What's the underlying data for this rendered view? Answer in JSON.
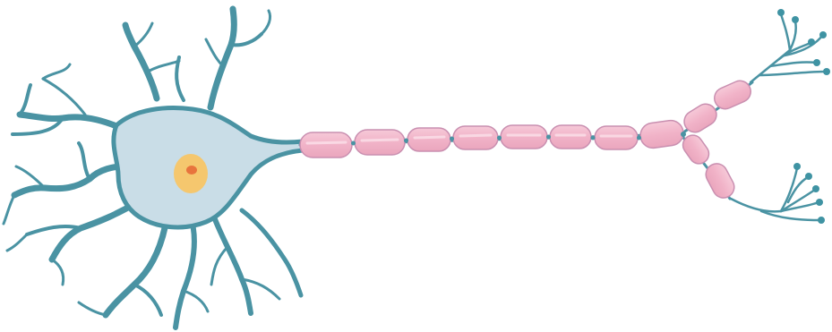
{
  "diagram": {
    "subject": "neuron",
    "parts": [
      "dendrites",
      "soma",
      "nucleus",
      "nucleolus",
      "axon-hillock",
      "myelin-sheath",
      "nodes-of-ranvier",
      "axon-terminals"
    ],
    "colors": {
      "soma_fill": "#c9dde7",
      "membrane": "#4a93a3",
      "nucleus": "#f5c76e",
      "nucleolus": "#e8743d",
      "myelin_fill": "#f3b8cc",
      "myelin_stroke": "#c98fb0",
      "terminal_bulb": "#3f93a3",
      "background": "#ffffff"
    }
  }
}
